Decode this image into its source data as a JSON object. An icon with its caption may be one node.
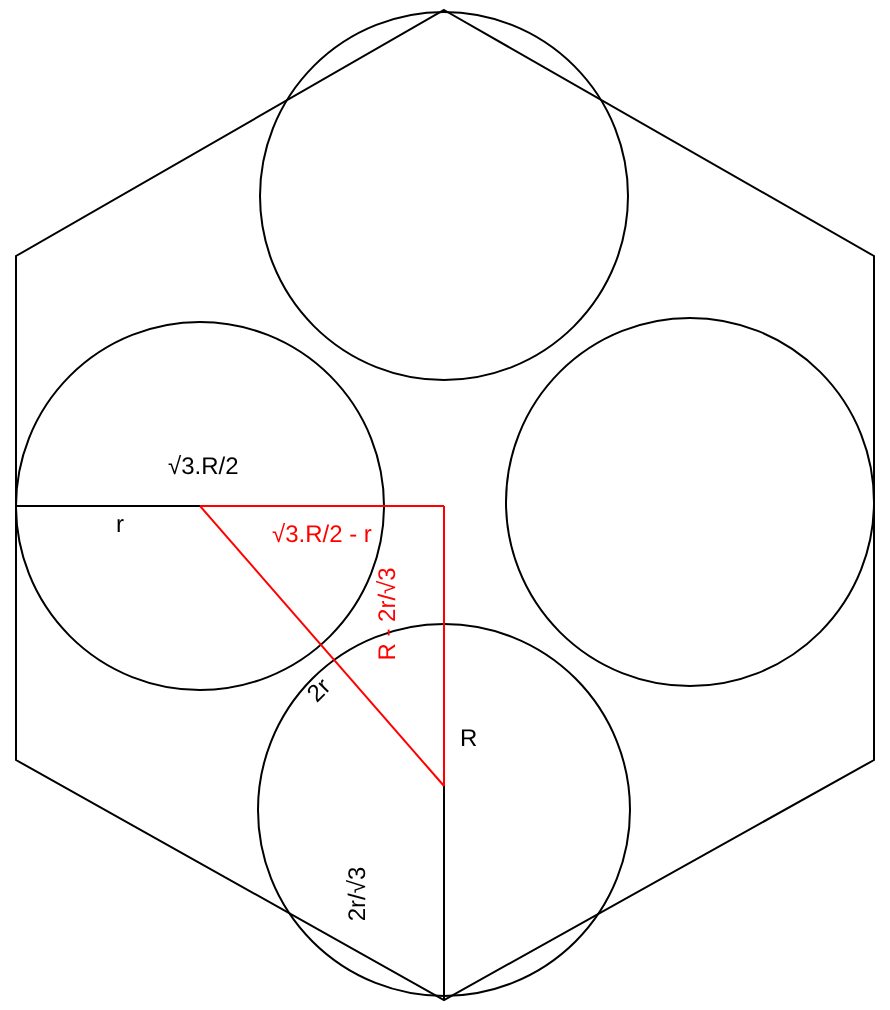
{
  "diagram": {
    "labels": [
      "√3.R/2",
      "r",
      "√3.R/2 - r",
      "R - 2r/√3",
      "2r",
      "R",
      "2r/√3"
    ]
  }
}
